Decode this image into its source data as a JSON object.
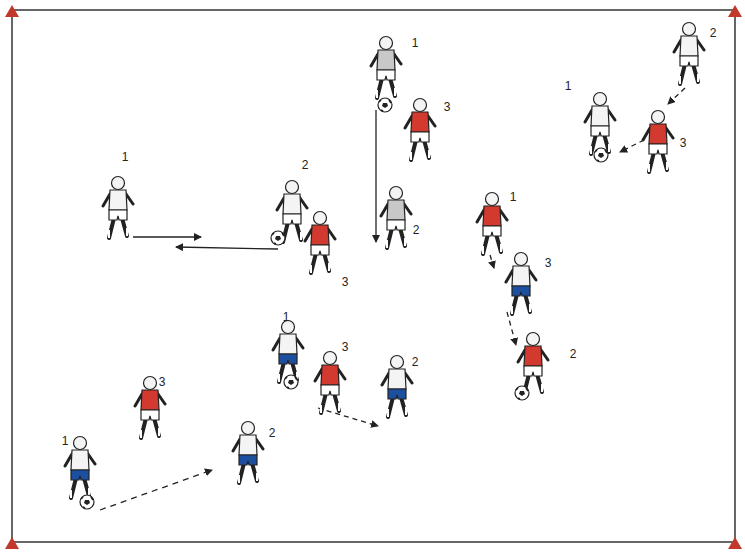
{
  "diagram": {
    "labels": [
      "2",
      "1",
      "1",
      "3",
      "3",
      "1",
      "2",
      "1",
      "2",
      "3",
      "3",
      "1",
      "3",
      "2",
      "2",
      "3",
      "2",
      "1"
    ]
  }
}
